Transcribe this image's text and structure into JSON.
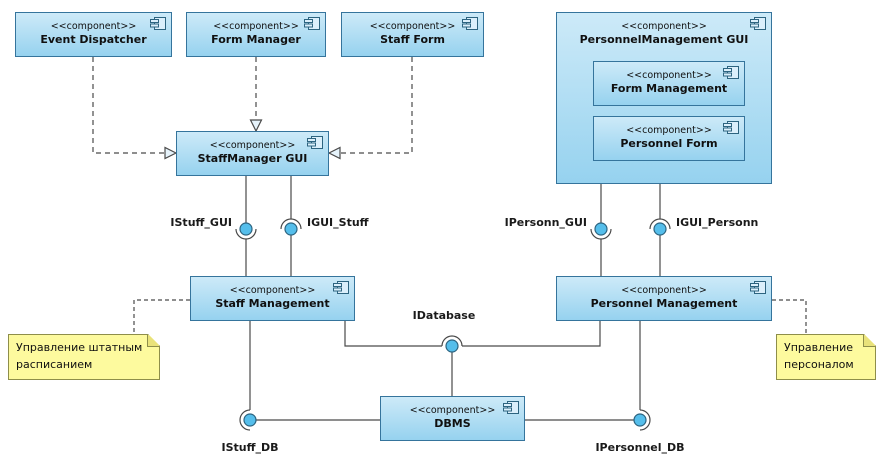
{
  "stereotype": "<<component>>",
  "components": {
    "event_dispatcher": "Event Dispatcher",
    "form_manager": "Form Manager",
    "staff_form": "Staff Form",
    "personnel_management_gui": "PersonnelManagement GUI",
    "form_management": "Form Management",
    "personnel_form": "Personnel Form",
    "staffmanager_gui": "StaffManager GUI",
    "staff_management": "Staff Management",
    "personnel_management": "Personnel Management",
    "dbms": "DBMS"
  },
  "interfaces": {
    "istuff_gui": "IStuff_GUI",
    "igui_stuff": "IGUI_Stuff",
    "ipersonn_gui": "IPersonn_GUI",
    "igui_personn": "IGUI_Personn",
    "idatabase": "IDatabase",
    "istuff_db": "IStuff_DB",
    "ipersonnel_db": "IPersonnel_DB"
  },
  "notes": {
    "staff": "Управление штатным расписанием",
    "personnel": "Управление персоналом"
  },
  "colors": {
    "component_fill": "#A5DAF2",
    "component_border": "#35749C",
    "interface_ball": "#55BEEB",
    "connector": "#4A4A4A",
    "note_fill": "#FDFA9E",
    "note_border": "#8E8E4A"
  }
}
